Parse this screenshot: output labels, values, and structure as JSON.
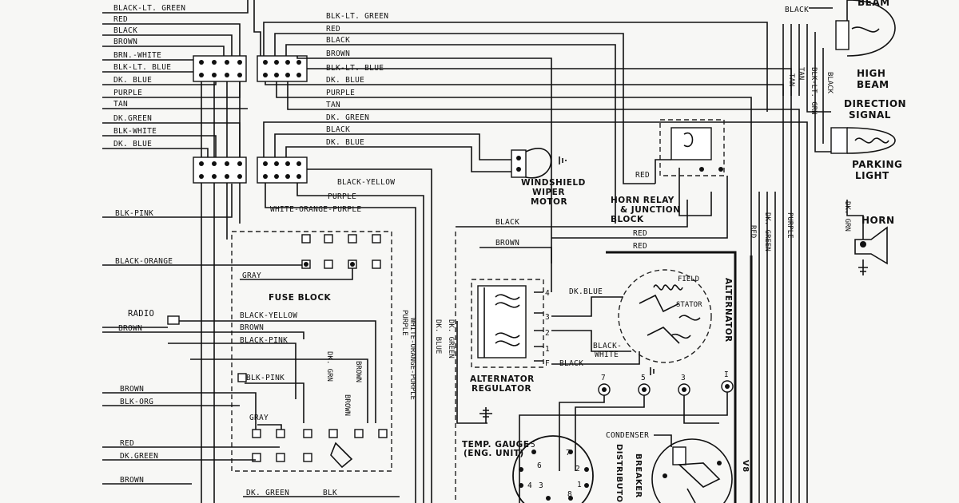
{
  "left_wires_top": [
    "BLACK-LT. GREEN",
    "RED",
    "BLACK",
    "BROWN",
    "BRN.-WHITE",
    "BLK-LT. BLUE",
    "DK. BLUE",
    "PURPLE",
    "TAN",
    "DK.GREEN",
    "BLK-WHITE",
    "DK. BLUE"
  ],
  "left_wires_mid": [
    "BLK-PINK",
    "BLACK-ORANGE"
  ],
  "left_wires_low": [
    "RADIO",
    "BROWN"
  ],
  "left_wires_bottom": [
    "BROWN",
    "BLK-ORG",
    "RED",
    "DK.GREEN",
    "BROWN"
  ],
  "center_wires": [
    "BLK-LT. GREEN",
    "RED",
    "BLACK",
    "BROWN",
    "BLK-LT. BLUE",
    "DK. BLUE",
    "PURPLE",
    "TAN",
    "DK. GREEN",
    "BLACK",
    "DK. BLUE"
  ],
  "wiper_wires": [
    "BLACK-YELLOW",
    "PURPLE",
    "WHITE-ORANGE-PURPLE"
  ],
  "fuse_block": {
    "title": "FUSE BLOCK",
    "labels": [
      "GRAY",
      "BLACK-YELLOW",
      "BROWN",
      "BLACK-PINK",
      "BLK-PINK",
      "DK. GRN",
      "BROWN",
      "BROWN",
      "GRAY",
      "DK. GREEN",
      "BLK"
    ]
  },
  "vertical_labels": [
    "PURPLE",
    "WHITE-ORANGE-PURPLE",
    "DK. BLUE",
    "DK. GREEN"
  ],
  "components": {
    "wiper": "WINDSHIELD\nWIPER\nMOTOR",
    "horn_relay": "HORN RELAY\n& JUNCTION\nBLOCK",
    "regulator": "ALTERNATOR\nREGULATOR",
    "temp_gauge": "TEMP. GAUGE\n(ENG. UNIT)",
    "alternator": "ALTERNATOR",
    "stator": "STATOR",
    "field": "FIELD",
    "condenser": "CONDENSER",
    "breaker": "BREAKER",
    "distributor": "DISTRIBUTOR",
    "v8": "V8",
    "high_beam": "HIGH\nBEAM",
    "beam": "BEAM",
    "direction_signal": "DIRECTION\nSIGNAL",
    "parking_light": "PARKING\nLIGHT",
    "horn": "HORN"
  },
  "relay_wires": [
    "BLACK",
    "BROWN",
    "RED",
    "RED",
    "DK.BLUE",
    "BLACK-\nWHITE",
    "BLACK"
  ],
  "regulator_terminals": [
    "4",
    "3",
    "2",
    "1",
    "F"
  ],
  "post_numbers": [
    "7",
    "5",
    "3",
    "I"
  ],
  "dist_numbers": [
    "5",
    "6",
    "7",
    "4",
    "3",
    "2",
    "8",
    "1"
  ],
  "right_vertical": [
    "BLACK",
    "TAN",
    "TAN",
    "BLK-LT. GRN",
    "BLACK",
    "DK. GRN",
    "RED",
    "DK. GREEN",
    "PURPLE"
  ]
}
